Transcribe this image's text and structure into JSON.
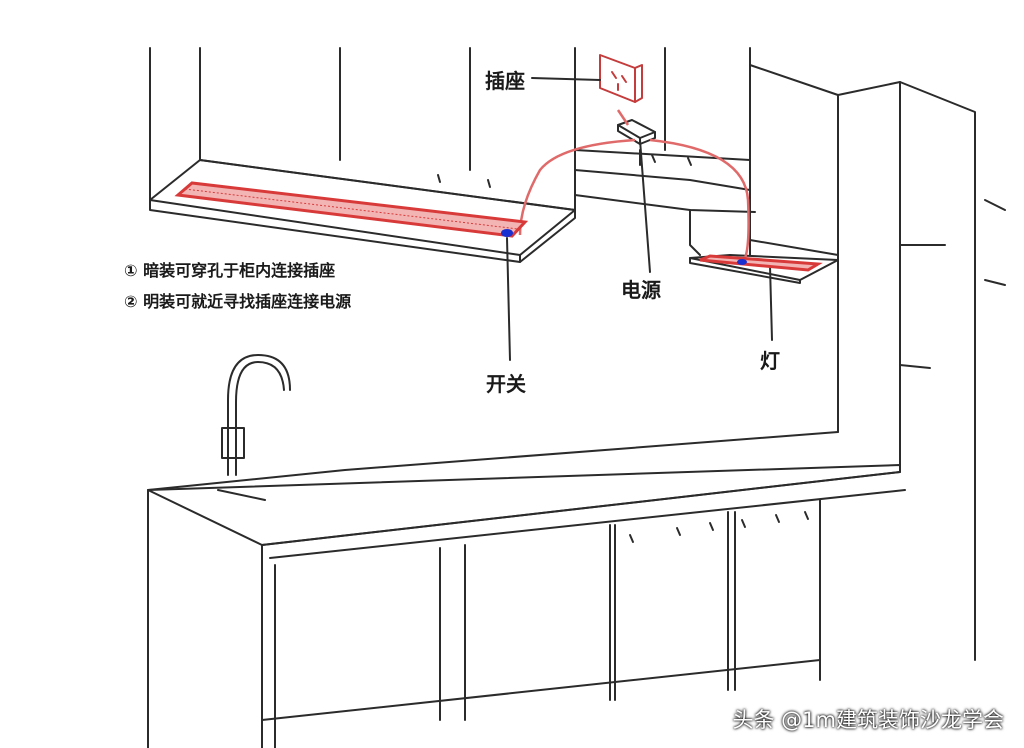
{
  "labels": {
    "socket": "插座",
    "power": "电源",
    "switch": "开关",
    "light": "灯"
  },
  "notes": [
    "① 暗装可穿孔于柜内连接插座",
    "② 明装可就近寻找插座连接电源"
  ],
  "watermark": "头条 @1m建筑装饰沙龙学会",
  "colors": {
    "line": "#2b2b2b",
    "led_strip": "#d83a3a",
    "led_fill": "#f3b4b4",
    "cable": "#e06a6a",
    "switch_dot": "#1a2fd0"
  }
}
